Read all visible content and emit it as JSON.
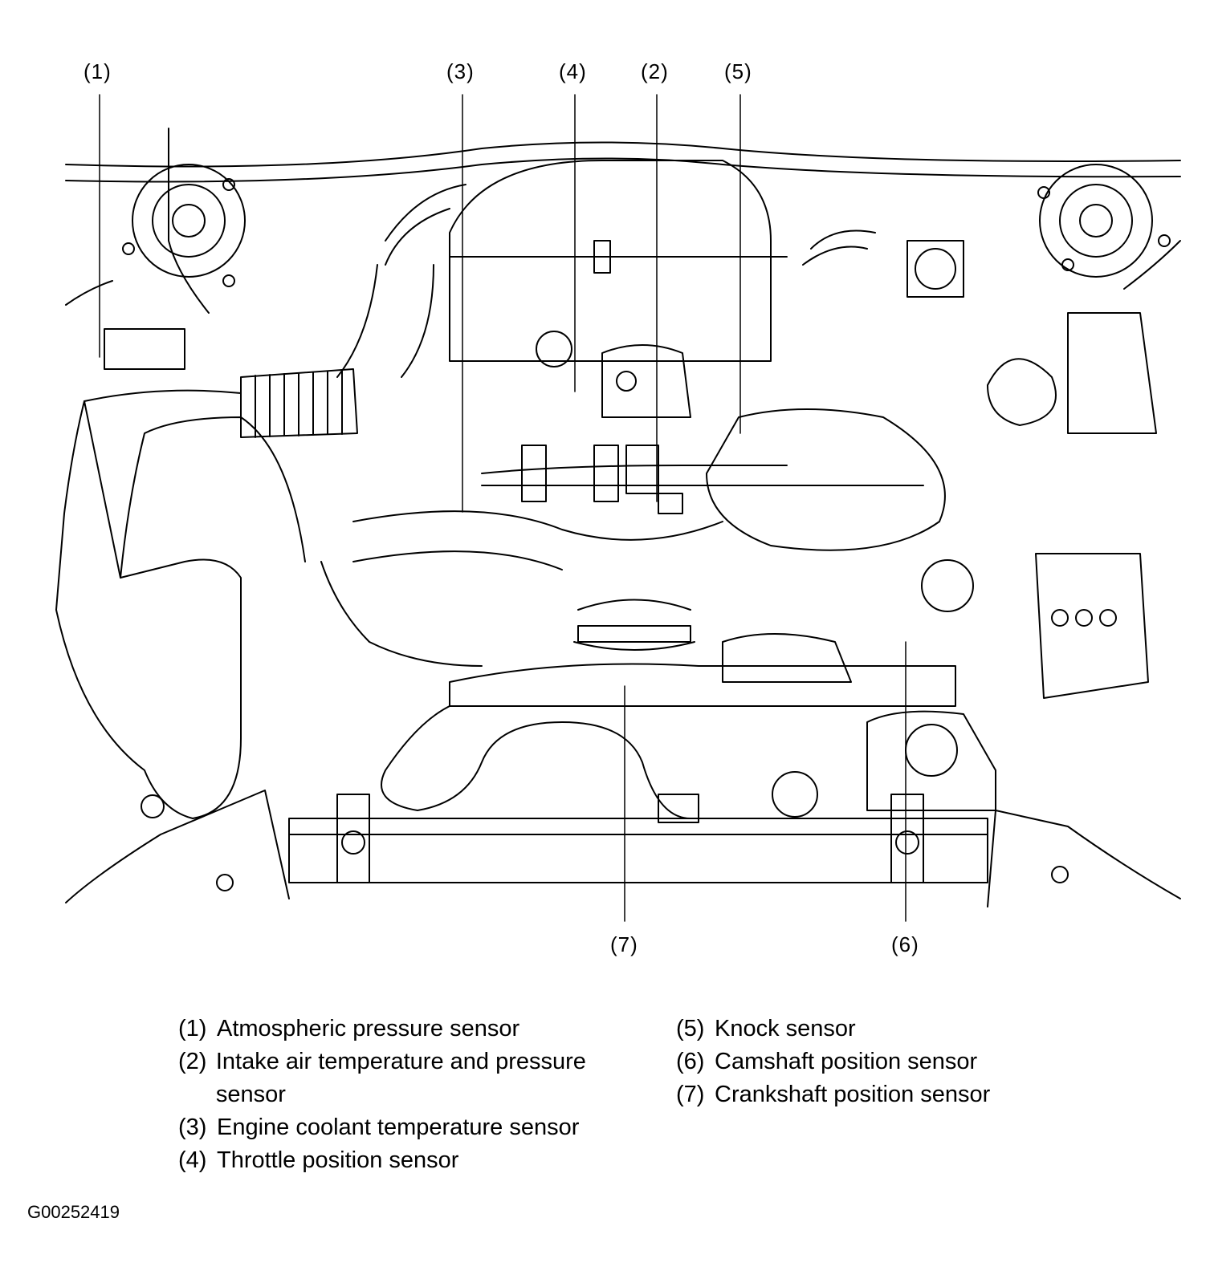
{
  "callouts": [
    "(1)",
    "(2)",
    "(3)",
    "(4)",
    "(5)",
    "(6)",
    "(7)"
  ],
  "legend": [
    {
      "num": "(1)",
      "text": "Atmospheric pressure sensor"
    },
    {
      "num": "(2)",
      "text": "Intake air temperature and pressure sensor"
    },
    {
      "num": "(3)",
      "text": "Engine coolant temperature sensor"
    },
    {
      "num": "(4)",
      "text": "Throttle position sensor"
    },
    {
      "num": "(5)",
      "text": "Knock sensor"
    },
    {
      "num": "(6)",
      "text": "Camshaft position sensor"
    },
    {
      "num": "(7)",
      "text": "Crankshaft position sensor"
    }
  ],
  "figure_id": "G00252419"
}
